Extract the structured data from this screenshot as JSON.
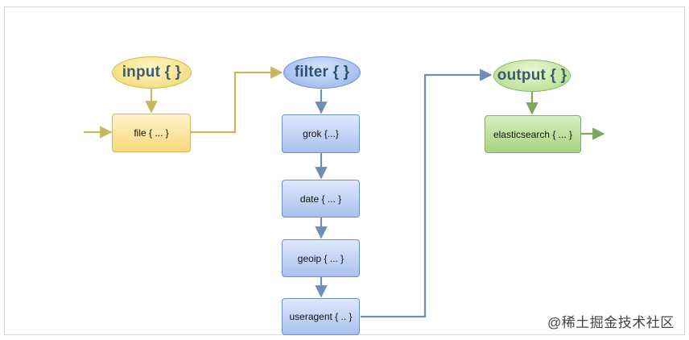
{
  "diagram": {
    "stages": {
      "input": "input { }",
      "filter": "filter { }",
      "output": "output { }"
    },
    "nodes": {
      "file": "file { ... }",
      "grok": "grok {...}",
      "date": "date { ... }",
      "geoip": "geoip { ... }",
      "useragent": "useragent { .. }",
      "elasticsearch": "elasticsearch { ... }"
    },
    "colors": {
      "input_edge": "#c9b55e",
      "filter_edge": "#6f8db5",
      "output_edge": "#7aa85c"
    }
  },
  "watermark": {
    "text": "@稀土掘金技术社区"
  }
}
